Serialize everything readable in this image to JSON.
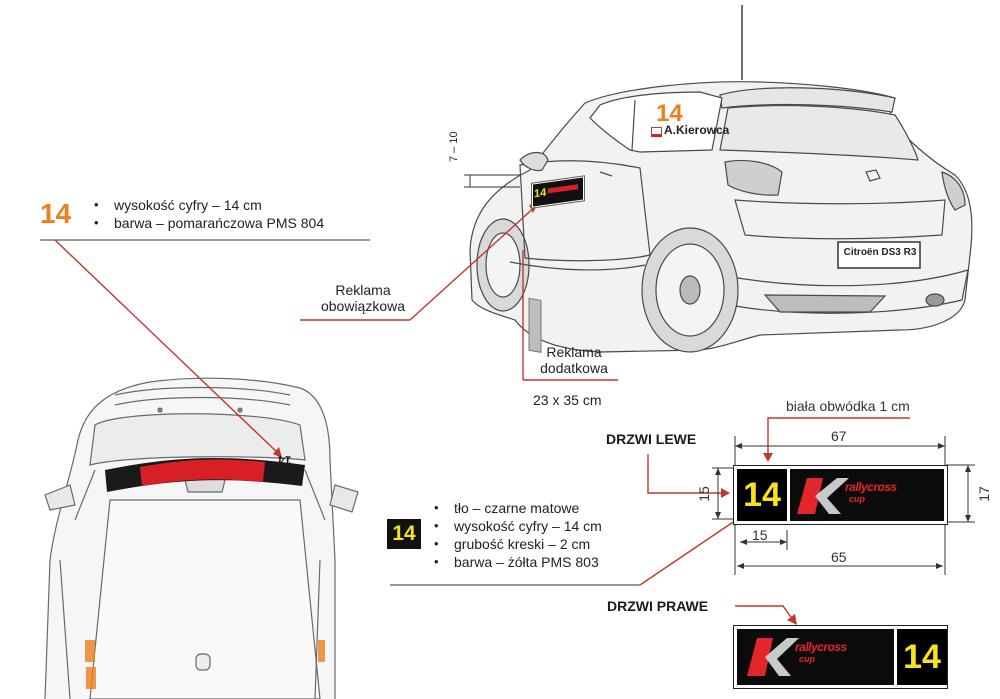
{
  "colors": {
    "leader_line": "#c0392b",
    "orange_number": "#f07d1a",
    "yellow_number": "#f7e21b",
    "plate_black": "#0b0b0b",
    "logo_red": "#e3262b"
  },
  "orange_spec": {
    "number": "14",
    "bullets": [
      "wysokość cyfry – 14 cm",
      "barwa – pomarańczowa PMS 804"
    ]
  },
  "yellow_spec": {
    "number": "14",
    "bullets": [
      "tło – czarne matowe",
      "wysokość cyfry – 14 cm",
      "grubość kreski – 2 cm",
      "barwa – żółta PMS 803"
    ]
  },
  "labels": {
    "reklama_obowiazkowa": [
      "Reklama",
      "obowiązkowa"
    ],
    "reklama_dodatkowa": [
      "Reklama",
      "dodatkowa"
    ],
    "reklama_dodatkowa_size": "23 x 35 cm",
    "range_7_10": "7 – 10",
    "drzwi_lewe": "DRZWI LEWE",
    "drzwi_prawe": "DRZWI PRAWE",
    "biala_obwodka": "biała obwódka 1 cm"
  },
  "dimensions": {
    "outer_width": "67",
    "inner_width": "65",
    "outer_height": "17",
    "inner_height": "15",
    "number_width": "15"
  },
  "car": {
    "door_number": "14",
    "driver_name": "A.Kierowca",
    "plate_text": "Citroën DS3 R3"
  },
  "door_plate": {
    "number": "14",
    "logo_main": "rallycross",
    "logo_sub": "cup"
  },
  "roof_banner": {
    "number": "14"
  }
}
